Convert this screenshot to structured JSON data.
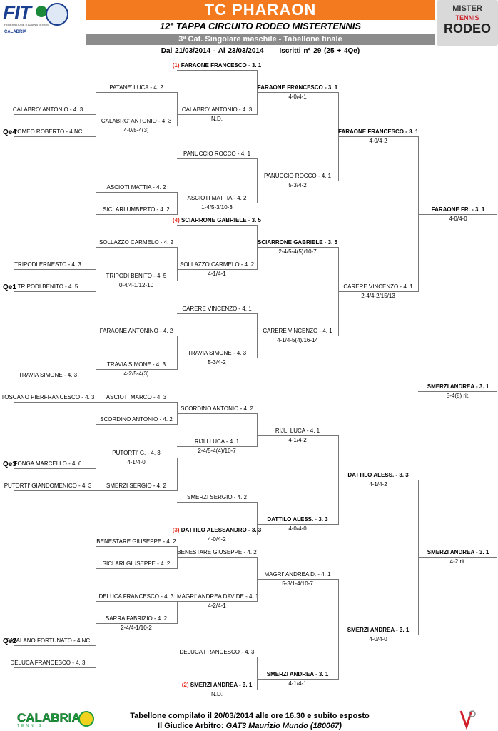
{
  "header": {
    "fit_logo": "FIT",
    "fit_federation": "FEDERAZIONE ITALIANA TENNIS",
    "fit_region": "CALABRIA",
    "title": "TC PHARAON",
    "subtitle": "12ª TAPPA CIRCUITO RODEO MISTERTENNIS",
    "category": "3ª Cat. Singolare maschile - Tabellone finale",
    "dates": "Dal 21/03/2014 - Al 23/03/2014",
    "entries": "Iscritti n° 29 (25 + 4Qe)",
    "rodeo_logo": {
      "line1": "MISTER",
      "line2": "TENNIS",
      "line3": "RODEO"
    }
  },
  "qualifiers": [
    "Qe4",
    "Qe1",
    "Qe3",
    "Qe2"
  ],
  "round1": [
    "CALABRO' ANTONIO - 4. 3",
    "ROMEO ROBERTO - 4.NC",
    "TRIPODI ERNESTO - 4. 3",
    "TRIPODI BENITO - 4. 5",
    "TRAVIA SIMONE - 4. 3",
    "TOSCANO PIERFRANCESCO - 4. 3",
    "FONGA MARCELLO - 4. 6",
    "PUTORTI' GIANDOMENICO - 4. 3",
    "CATALANO FORTUNATO - 4.NC",
    "DELUCA FRANCESCO - 4. 3"
  ],
  "round2": {
    "players": [
      "PATANE' LUCA - 4. 2",
      "CALABRO' ANTONIO - 4. 3",
      "ASCIOTI MATTIA - 4. 2",
      "SICLARI UMBERTO - 4. 2",
      "SOLLAZZO CARMELO - 4. 2",
      "TRIPODI BENITO - 4. 5",
      "FARAONE ANTONINO - 4. 2",
      "TRAVIA SIMONE - 4. 3",
      "ASCIOTI MARCO - 4. 3",
      "SCORDINO ANTONIO - 4. 2",
      "PUTORTI' G. - 4. 3",
      "SMERZI SERGIO - 4. 2",
      "BENESTARE GIUSEPPE - 4. 2",
      "SICLARI GIUSEPPE - 4. 2",
      "DELUCA FRANCESCO - 4. 3",
      "SARRA FABRIZIO - 4. 2"
    ],
    "scores": [
      "4-0/5-4(3)",
      "0-4/4-1/12-10",
      "4-2/5-4(3)",
      "4-1/4-0",
      "2-4/4-1/10-2"
    ]
  },
  "round3": {
    "players": [
      "FARAONE FRANCESCO - 3. 1",
      "CALABRO' ANTONIO - 4. 3",
      "PANUCCIO ROCCO - 4. 1",
      "ASCIOTI MATTIA - 4. 2",
      "SCIARRONE GABRIELE - 3. 5",
      "SOLLAZZO CARMELO - 4. 2",
      "CARERE VINCENZO - 4. 1",
      "TRAVIA SIMONE - 4. 3",
      "SCORDINO ANTONIO - 4. 2",
      "RIJLI LUCA - 4. 1",
      "SMERZI SERGIO - 4. 2",
      "DATTILO ALESSANDRO - 3. 3",
      "BENESTARE GIUSEPPE - 4. 2",
      "MAGRI' ANDREA DAVIDE - 4. 1",
      "DELUCA FRANCESCO - 4. 3",
      "SMERZI ANDREA - 3. 1"
    ],
    "seeds": [
      "(1)",
      "(4)",
      "(3)",
      "(2)"
    ],
    "scores": [
      "N.D.",
      "1-4/5-3/10-3",
      "4-1/4-1",
      "5-3/4-2",
      "2-4/5-4(4)/10-7",
      "4-0/4-2",
      "4-2/4-1",
      "N.D."
    ]
  },
  "round4": {
    "players": [
      "FARAONE FRANCESCO - 3. 1",
      "PANUCCIO ROCCO - 4. 1",
      "SCIARRONE GABRIELE - 3. 5",
      "CARERE VINCENZO - 4. 1",
      "RIJLI LUCA - 4. 1",
      "DATTILO ALESS. - 3. 3",
      "MAGRI' ANDREA D. - 4. 1",
      "SMERZI ANDREA - 3. 1"
    ],
    "scores": [
      "4-0/4-1",
      "5-3/4-2",
      "2-4/5-4(5)/10-7",
      "4-1/4-5(4)/16-14",
      "4-1/4-2",
      "4-0/4-0",
      "5-3/1-4/10-7",
      "4-1/4-1"
    ]
  },
  "round5": {
    "players": [
      "FARAONE FRANCESCO - 3. 1",
      "CARERE VINCENZO - 4. 1",
      "DATTILO ALESS. - 3. 3",
      "SMERZI ANDREA - 3. 1"
    ],
    "scores": [
      "4-0/4-2",
      "2-4/4-2/15/13",
      "4-1/4-2",
      "4-0/4-0"
    ]
  },
  "round6": {
    "players": [
      "FARAONE FR. - 3. 1",
      "SMERZI ANDREA - 3. 1"
    ],
    "scores": [
      "4-0/4-0",
      "4-2 rit."
    ]
  },
  "final": {
    "winner": "SMERZI ANDREA - 3. 1",
    "score": "5-4(8) rit."
  },
  "footer": {
    "line1": "Tabellone compilato il 20/03/2014 alle ore 16.30 e subito esposto",
    "line2_prefix": "Il Giudice Arbitro: ",
    "line2_name": "GAT3 Maurizio Mundo (180067)",
    "calabria_logo": "CALABRIA",
    "calabria_sub": "TENNIS"
  },
  "colors": {
    "banner": "#f47a20",
    "category_bar": "#8c8c8c",
    "seed": "#e03020",
    "lines": "#777777"
  }
}
